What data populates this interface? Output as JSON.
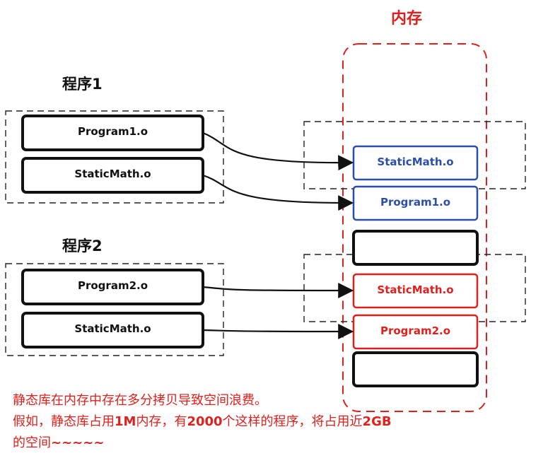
{
  "memory_title": "内存",
  "program1": {
    "title": "程序1",
    "files": [
      "Program1.o",
      "StaticMath.o"
    ]
  },
  "program2": {
    "title": "程序2",
    "files": [
      "Program2.o",
      "StaticMath.o"
    ]
  },
  "memory_blocks": [
    {
      "label": "StaticMath.o",
      "color": "#2b4fa8"
    },
    {
      "label": "Program1.o",
      "color": "#2b4fa8"
    },
    {
      "label": "",
      "color": "#111111"
    },
    {
      "label": "StaticMath.o",
      "color": "#e0201c"
    },
    {
      "label": "Program2.o",
      "color": "#e0201c"
    },
    {
      "label": "",
      "color": "#111111"
    }
  ],
  "caption": {
    "line1": "静态库在内存中存在多分拷贝导致空间浪费。",
    "line2_a": "假如，静态库占用",
    "line2_b": "1M",
    "line2_c": "内存，有",
    "line2_d": "2000",
    "line2_e": "个这样的程序，将占用近",
    "line2_f": "2GB",
    "line3_a": "的空间",
    "line3_b": "~~~~~"
  },
  "colors": {
    "accent_red": "#e0201c",
    "accent_blue": "#2b4fa8",
    "ink": "#111111"
  }
}
